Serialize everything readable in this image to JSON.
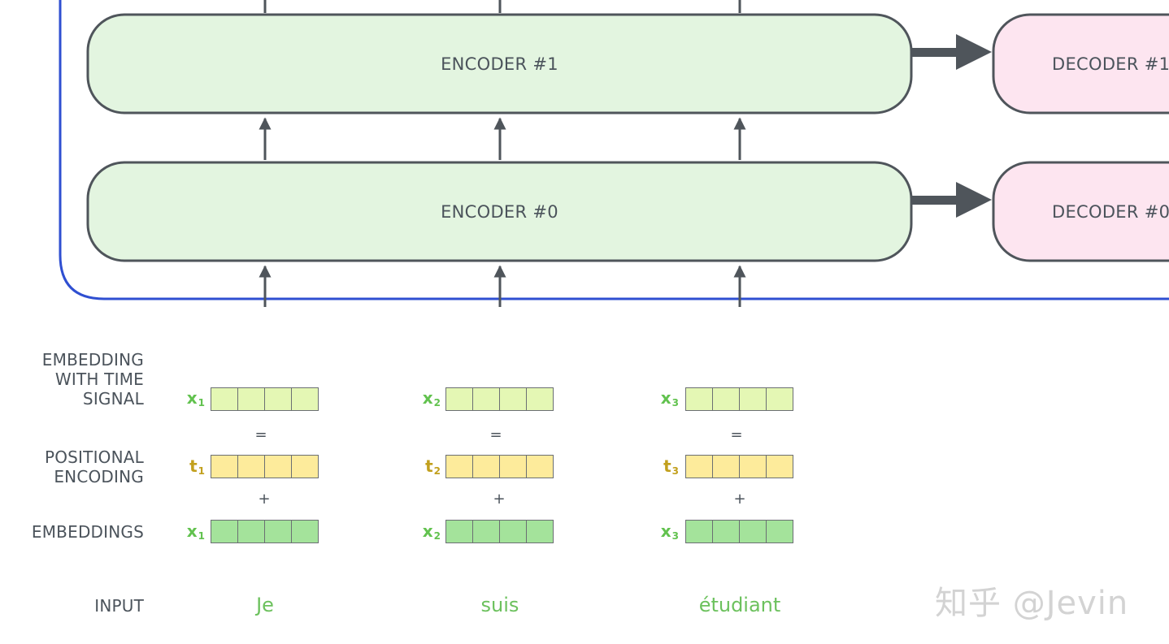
{
  "encoders": [
    {
      "label": "ENCODER #1"
    },
    {
      "label": "ENCODER #0"
    }
  ],
  "decoders": [
    {
      "label": "DECODER #1"
    },
    {
      "label": "DECODER #0"
    }
  ],
  "row_labels": {
    "signal": [
      "EMBEDDING",
      "WITH TIME",
      "SIGNAL"
    ],
    "positional": [
      "POSITIONAL",
      "ENCODING"
    ],
    "embeddings": "EMBEDDINGS",
    "input": "INPUT"
  },
  "operators": {
    "equals": "=",
    "plus": "+"
  },
  "tokens": [
    {
      "word": "Je",
      "x": "x",
      "t": "t",
      "sub": "1"
    },
    {
      "word": "suis",
      "x": "x",
      "t": "t",
      "sub": "2"
    },
    {
      "word": "étudiant",
      "x": "x",
      "t": "t",
      "sub": "3"
    }
  ],
  "watermark": "知乎 @Jevin",
  "colors": {
    "encoder_fill": "#e3f5e0",
    "decoder_fill": "#fde5f0",
    "box_stroke": "#4f555b",
    "stack_border": "#2f4fd1",
    "signal_cell": "#e4f7b4",
    "positional_cell": "#fdeb9b",
    "embedding_cell": "#a4e39b",
    "x_label": "#62c24f",
    "t_label": "#c2a01e",
    "word": "#6cc15d"
  }
}
